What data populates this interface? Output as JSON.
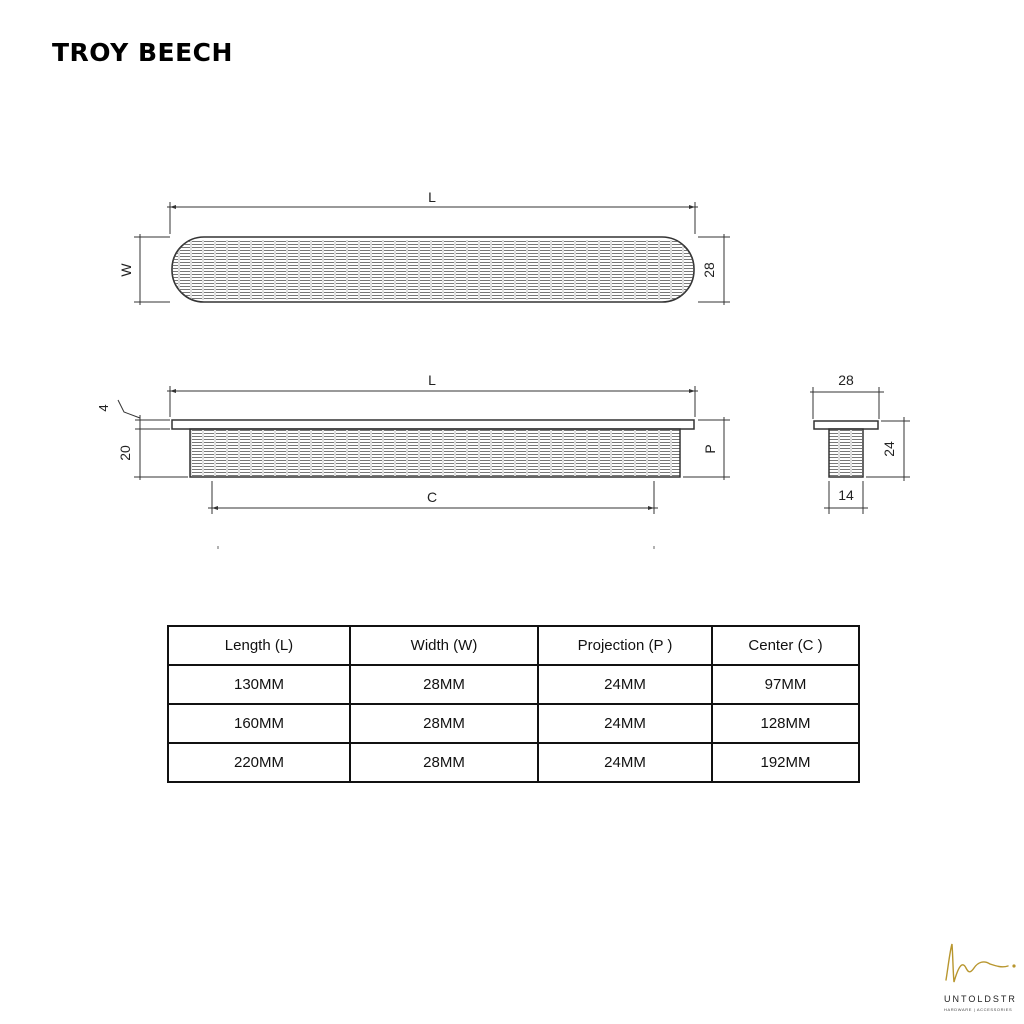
{
  "title": "TROY BEECH",
  "dimension_labels": {
    "top_length": "L",
    "top_width": "W",
    "top_width_value": "28",
    "side_length": "L",
    "side_flange": "4",
    "side_body": "20",
    "side_projection": "P",
    "side_center": "C",
    "end_width": "28",
    "end_height": "24",
    "end_body_width": "14"
  },
  "table": {
    "headers": [
      "Length (L)",
      "Width (W)",
      "Projection (P )",
      "Center (C )"
    ],
    "rows": [
      [
        "130MM",
        "28MM",
        "24MM",
        "97MM"
      ],
      [
        "160MM",
        "28MM",
        "24MM",
        "128MM"
      ],
      [
        "220MM",
        "28MM",
        "24MM",
        "192MM"
      ]
    ]
  },
  "logo": {
    "name": "UNTOLDSTR",
    "tagline": "HARDWARE | ACCESSORIES",
    "color": "#b8962e"
  }
}
